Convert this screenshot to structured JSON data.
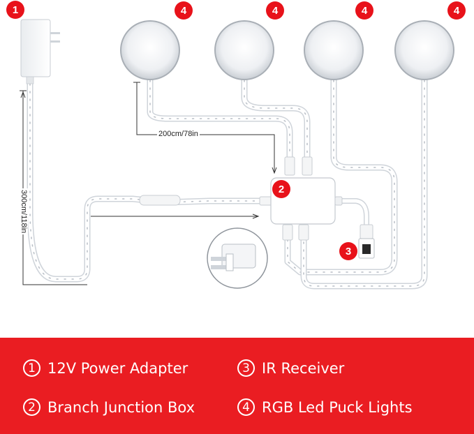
{
  "colors": {
    "badge": "#e8121a",
    "legend_bg": "#ea1d22",
    "cable": "#d9dde2",
    "wire_dot": "#b8bec6"
  },
  "badges": {
    "adapter": "1",
    "junction": "2",
    "receiver": "3",
    "puck_1": "4",
    "puck_2": "4",
    "puck_3": "4",
    "puck_4": "4"
  },
  "dimensions": {
    "branch_cable": "200cm/78in",
    "main_cable": "300cm/118in"
  },
  "legend": [
    {
      "num": "1",
      "label": "12V Power Adapter"
    },
    {
      "num": "3",
      "label": "IR Receiver"
    },
    {
      "num": "2",
      "label": "Branch Junction Box"
    },
    {
      "num": "4",
      "label": "RGB Led Puck Lights"
    }
  ],
  "icons": [
    "power-adapter-icon",
    "junction-box-icon",
    "ir-receiver-icon",
    "puck-light-icon",
    "zoom-detail-icon"
  ]
}
